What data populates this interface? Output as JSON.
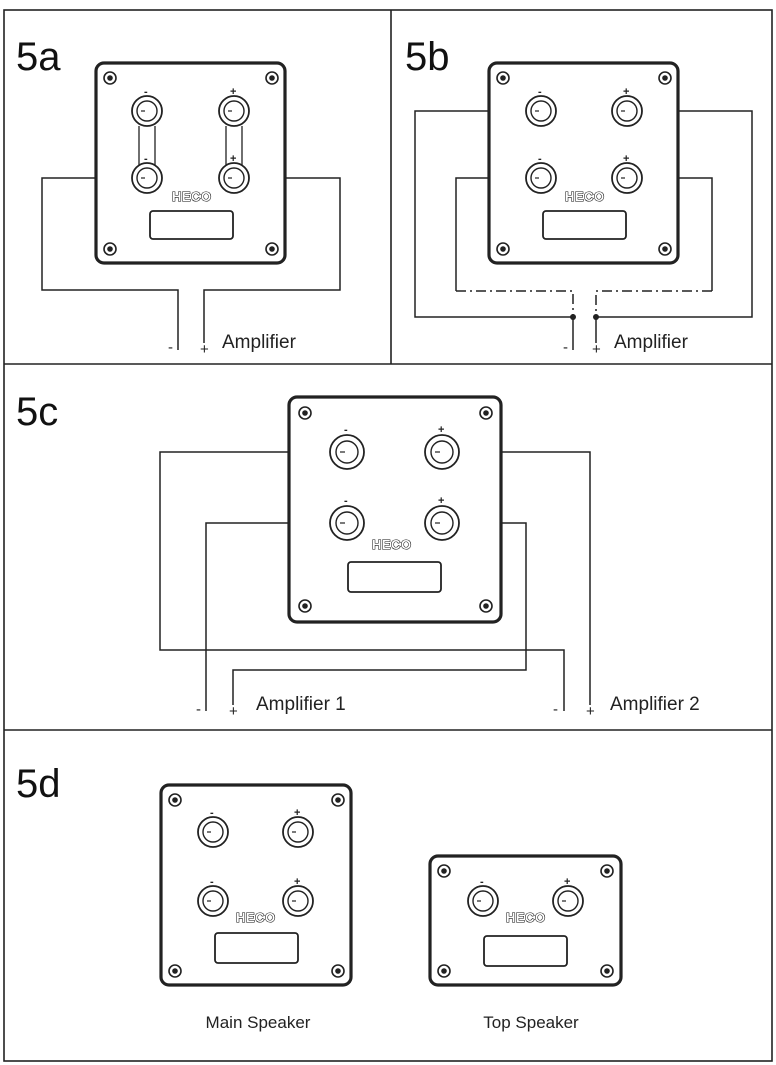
{
  "sections": [
    {
      "id": "5a",
      "label": "5a"
    },
    {
      "id": "5b",
      "label": "5b"
    },
    {
      "id": "5c",
      "label": "5c"
    },
    {
      "id": "5d",
      "label": "5d"
    }
  ],
  "brand": "HECO",
  "terminal_marks": {
    "minus": "-",
    "plus": "+"
  },
  "amplifiers": {
    "single": "Amplifier",
    "first": "Amplifier 1",
    "second": "Amplifier 2"
  },
  "speakers": {
    "main": "Main Speaker",
    "top": "Top Speaker"
  }
}
